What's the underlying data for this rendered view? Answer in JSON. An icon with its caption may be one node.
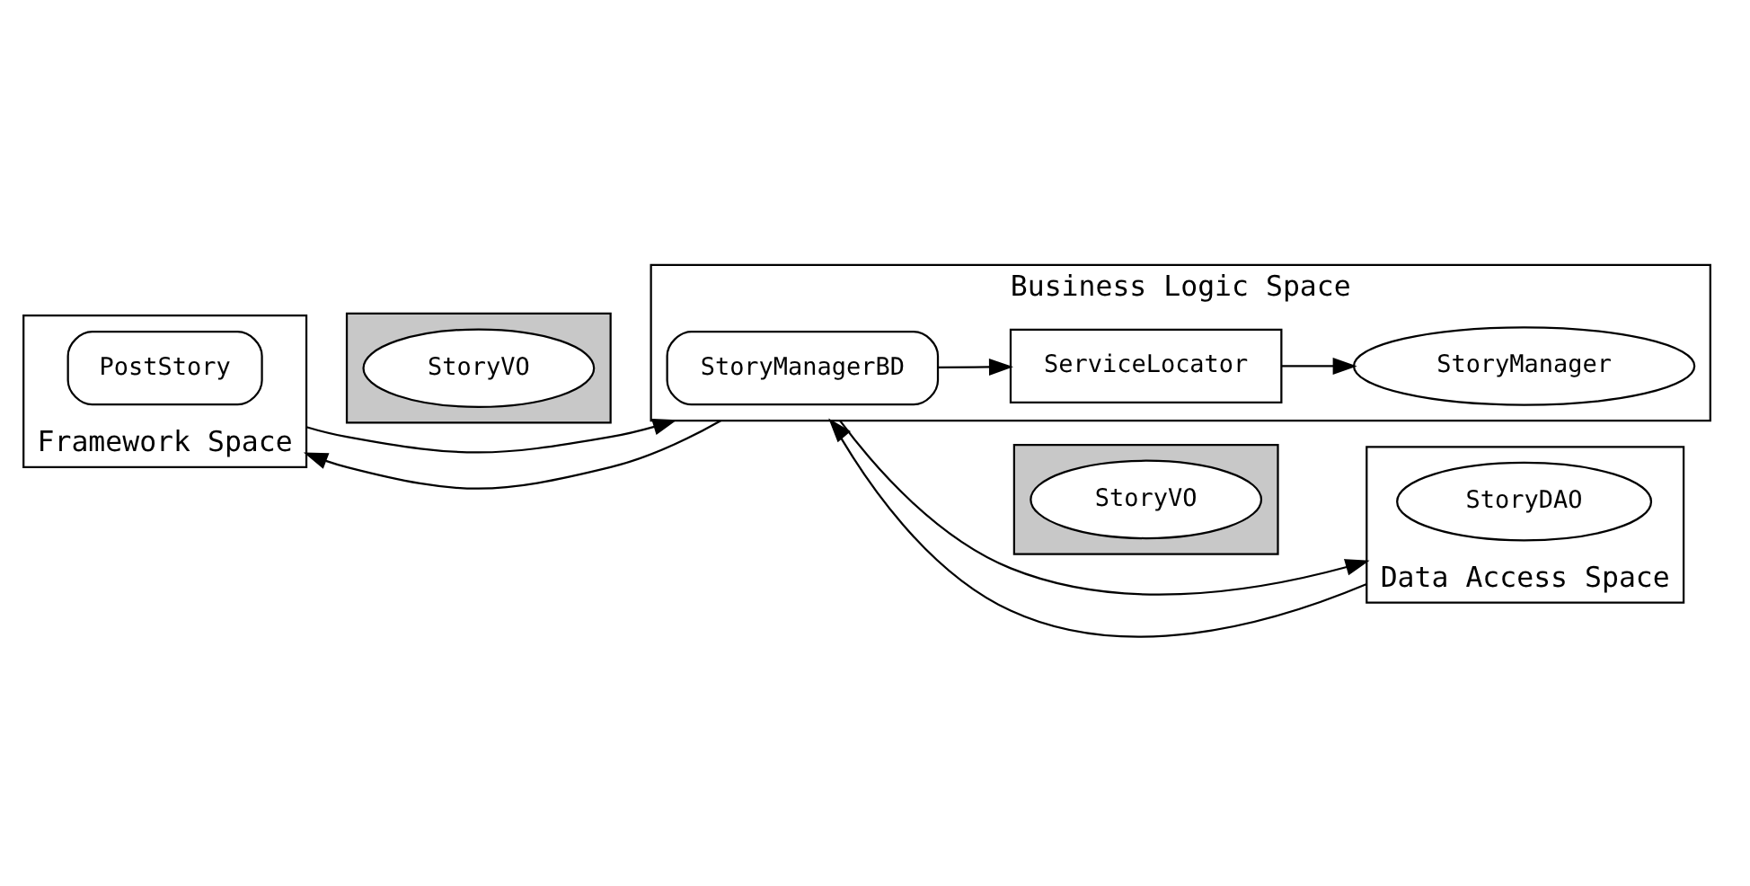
{
  "diagram": {
    "nodes": [
      {
        "text": [
          "Framework Space"
        ]
      },
      {
        "text": [
          "PostStory"
        ],
        "in": 0
      },
      {
        "text": [],
        "shape": "bar"
      },
      {
        "text": [
          "StoryVO"
        ],
        "in": 2
      },
      {
        "text": [
          "Business Logic Space"
        ]
      },
      {
        "text": [
          "StoryManagerBD"
        ],
        "in": 4
      },
      {
        "text": [
          "ServiceLocator"
        ],
        "in": 4
      },
      {
        "text": [
          "StoryManager"
        ],
        "in": 4
      },
      {
        "text": [],
        "shape": "bar"
      },
      {
        "text": [
          "StoryVO"
        ],
        "in": 8
      },
      {
        "text": [
          "Data Access Space"
        ]
      },
      {
        "text": [
          "StoryDAO"
        ],
        "in": 10
      }
    ],
    "edges": [
      {
        "from": 0,
        "to": 4,
        "arrow": "to"
      },
      {
        "from": 4,
        "to": 0,
        "arrow": "to"
      },
      {
        "from": 5,
        "to": 6,
        "arrow": "to"
      },
      {
        "from": 6,
        "to": 7,
        "arrow": "to"
      },
      {
        "from": 4,
        "to": 10,
        "arrow": "to"
      },
      {
        "from": 10,
        "to": 4,
        "arrow": "to"
      }
    ]
  }
}
